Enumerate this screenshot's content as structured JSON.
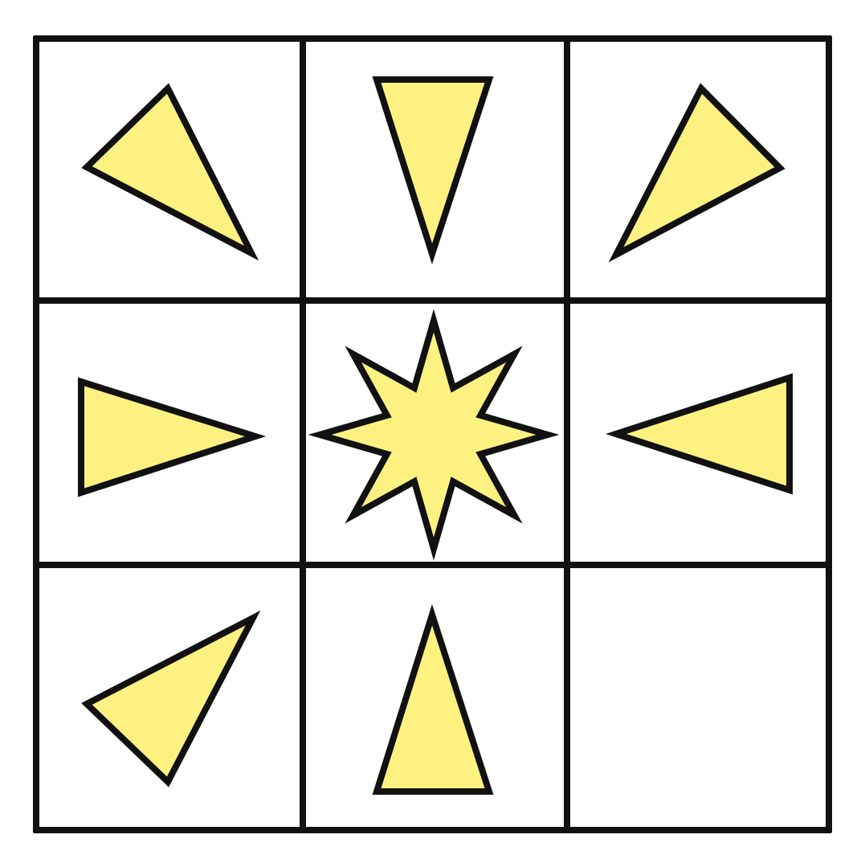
{
  "puzzle": {
    "rows": 3,
    "cols": 3,
    "colors": {
      "background": "#ffffff",
      "grid_line": "#111111",
      "shape_fill": "#fdf281",
      "shape_stroke": "#111111"
    },
    "cells": [
      {
        "row": 0,
        "col": 0,
        "shape": "triangle",
        "pointing": "bottom-right"
      },
      {
        "row": 0,
        "col": 1,
        "shape": "triangle",
        "pointing": "down"
      },
      {
        "row": 0,
        "col": 2,
        "shape": "triangle",
        "pointing": "bottom-left"
      },
      {
        "row": 1,
        "col": 0,
        "shape": "triangle",
        "pointing": "right"
      },
      {
        "row": 1,
        "col": 1,
        "shape": "star",
        "points": 8
      },
      {
        "row": 1,
        "col": 2,
        "shape": "triangle",
        "pointing": "left"
      },
      {
        "row": 2,
        "col": 0,
        "shape": "triangle",
        "pointing": "top-right"
      },
      {
        "row": 2,
        "col": 1,
        "shape": "triangle",
        "pointing": "up"
      },
      {
        "row": 2,
        "col": 2,
        "shape": "empty"
      }
    ]
  }
}
